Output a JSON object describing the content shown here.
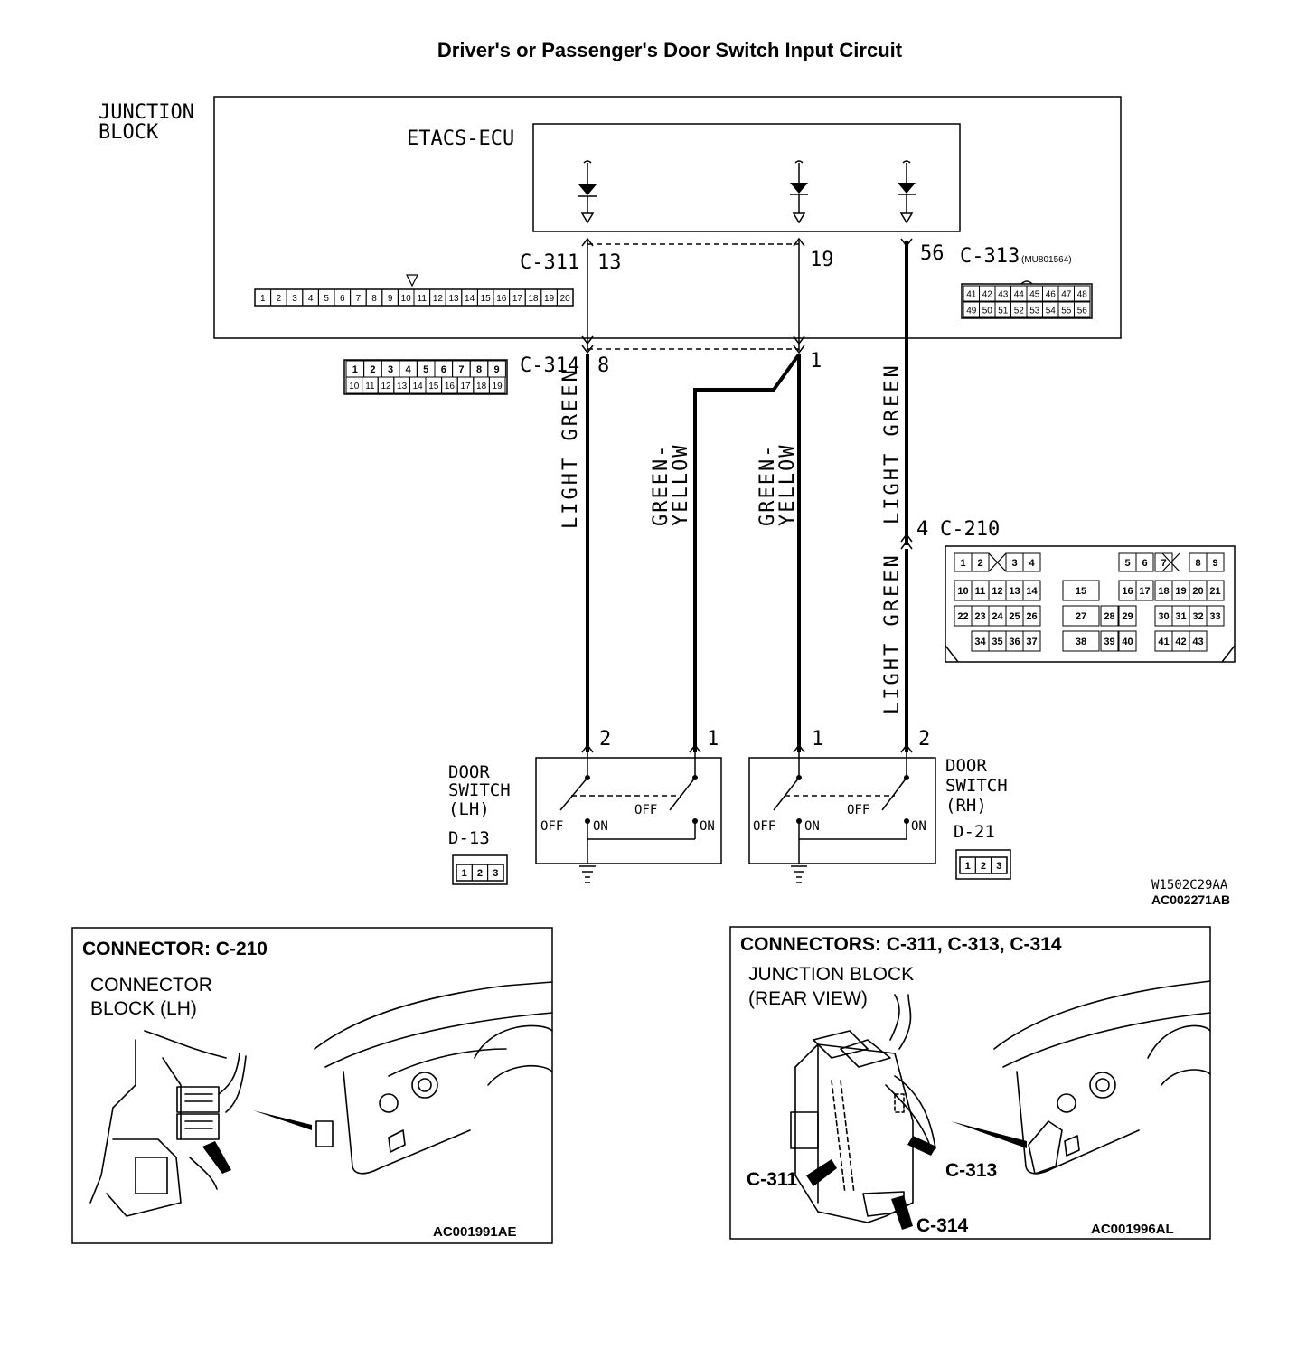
{
  "title": "Driver's or Passenger's Door Switch Input Circuit",
  "junction_block": {
    "line1": "JUNCTION",
    "line2": "BLOCK"
  },
  "ecu": {
    "label": "ETACS-ECU"
  },
  "connectors": {
    "c311": {
      "label": "C-311",
      "pin": "13",
      "pins": [
        "1",
        "2",
        "3",
        "4",
        "5",
        "6",
        "7",
        "8",
        "9",
        "10",
        "11",
        "12",
        "13",
        "14",
        "15",
        "16",
        "17",
        "18",
        "19",
        "20"
      ]
    },
    "c311_pin19": "19",
    "c313": {
      "label": "C-313",
      "part": "(MU801564)",
      "pin": "56",
      "row1": [
        "41",
        "42",
        "43",
        "44",
        "45",
        "46",
        "47",
        "48"
      ],
      "row2": [
        "49",
        "50",
        "51",
        "52",
        "53",
        "54",
        "55",
        "56"
      ]
    },
    "c314": {
      "label": "C-314",
      "pin_a": "8",
      "pin_b": "1",
      "row1": [
        "1",
        "2",
        "3",
        "4",
        "5",
        "6",
        "7",
        "8",
        "9"
      ],
      "row2": [
        "10",
        "11",
        "12",
        "13",
        "14",
        "15",
        "16",
        "17",
        "18",
        "19"
      ]
    },
    "c210": {
      "label": "C-210",
      "pin": "4",
      "row1": [
        "1",
        "2",
        "3",
        "4",
        "5",
        "6",
        "7",
        "8",
        "9"
      ],
      "row2": [
        "10",
        "11",
        "12",
        "13",
        "14",
        "15",
        "16",
        "17",
        "18",
        "19",
        "20",
        "21"
      ],
      "row3": [
        "22",
        "23",
        "24",
        "25",
        "26",
        "27",
        "28",
        "29",
        "30",
        "31",
        "32",
        "33"
      ],
      "row4": [
        "34",
        "35",
        "36",
        "37",
        "38",
        "39",
        "40",
        "41",
        "42",
        "43"
      ]
    }
  },
  "wires": {
    "lh_light_green": "LIGHT GREEN",
    "lh_green_yellow_1": "GREEN-",
    "lh_green_yellow_2": "YELLOW",
    "rh_green_yellow_1": "GREEN-",
    "rh_green_yellow_2": "YELLOW",
    "rh_light_green_upper": "LIGHT GREEN",
    "rh_light_green_lower": "LIGHT GREEN"
  },
  "door_switch_lh": {
    "line1": "DOOR",
    "line2": "SWITCH",
    "line3": "(LH)",
    "connector": "D-13",
    "pin_left": "2",
    "pin_right": "1",
    "pins": [
      "1",
      "2",
      "3"
    ]
  },
  "door_switch_rh": {
    "line1": "DOOR",
    "line2": "SWITCH",
    "line3": "(RH)",
    "connector": "D-21",
    "pin_left": "1",
    "pin_right": "2",
    "pins": [
      "1",
      "2",
      "3"
    ]
  },
  "switch_states": {
    "off": "OFF",
    "on": "ON"
  },
  "figure_codes": {
    "code1": "W1502C29AA",
    "code2": "AC002271AB"
  },
  "panel_left": {
    "heading": "CONNECTOR: C-210",
    "label1": "CONNECTOR",
    "label2": "BLOCK (LH)",
    "code": "AC001991AE"
  },
  "panel_right": {
    "heading": "CONNECTORS: C-311, C-313, C-314",
    "label1": "JUNCTION BLOCK",
    "label2": "(REAR VIEW)",
    "callout_c311": "C-311",
    "callout_c313": "C-313",
    "callout_c314": "C-314",
    "code": "AC001996AL"
  }
}
